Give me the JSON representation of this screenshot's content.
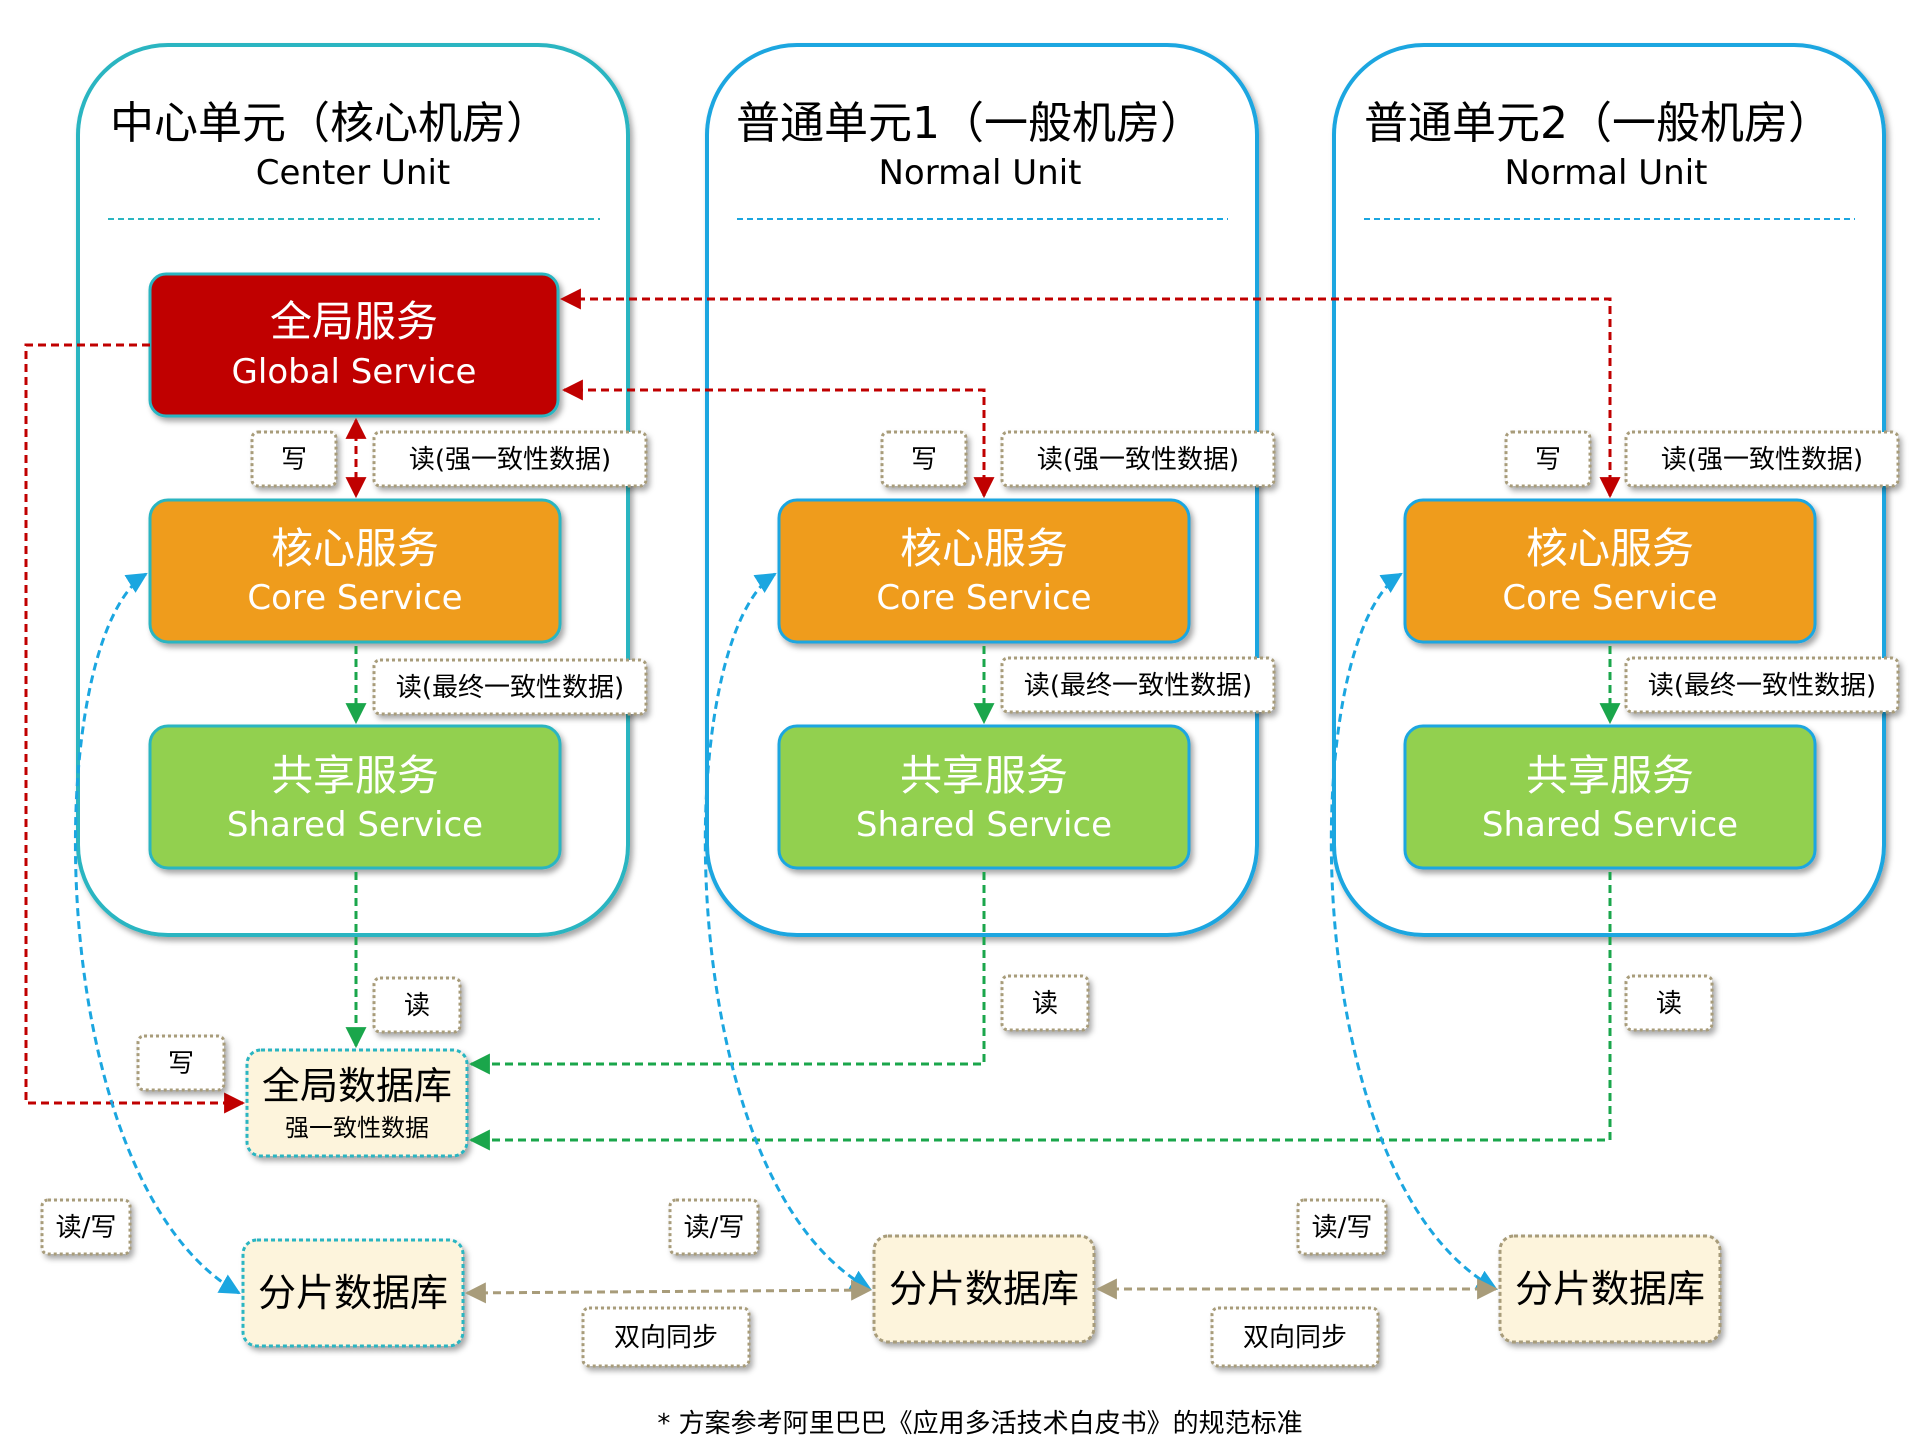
{
  "units": [
    {
      "title": "中心单元（核心机房）",
      "subtitle": "Center Unit"
    },
    {
      "title": "普通单元1（一般机房）",
      "subtitle": "Normal Unit"
    },
    {
      "title": "普通单元2（一般机房）",
      "subtitle": "Normal Unit"
    }
  ],
  "global_service": {
    "title": "全局服务",
    "subtitle": "Global Service"
  },
  "core_service": {
    "title": "核心服务",
    "subtitle": "Core Service"
  },
  "shared_service": {
    "title": "共享服务",
    "subtitle": "Shared Service"
  },
  "global_db": {
    "title": "全局数据库",
    "subtitle": "强一致性数据"
  },
  "shard_db": {
    "title": "分片数据库"
  },
  "labels": {
    "write": "写",
    "read_strong": "读(强一致性数据)",
    "read_eventual": "读(最终一致性数据)",
    "read": "读",
    "read_write": "读/写",
    "bidirectional_sync": "双向同步"
  },
  "footnote": "* 方案参考阿里巴巴《应用多活技术白皮书》的规范标准",
  "colors": {
    "center_border": "#2bb5c1",
    "normal_border": "#1ba6e0",
    "global_service": "#c00000",
    "core_service": "#ef9c1a",
    "shared_service": "#92d050",
    "db_fill": "#fdf4dc",
    "red_arrow": "#c00000",
    "green_arrow": "#1aa64b",
    "blue_arrow": "#1ba6e0",
    "sync_arrow": "#a89c7a"
  }
}
